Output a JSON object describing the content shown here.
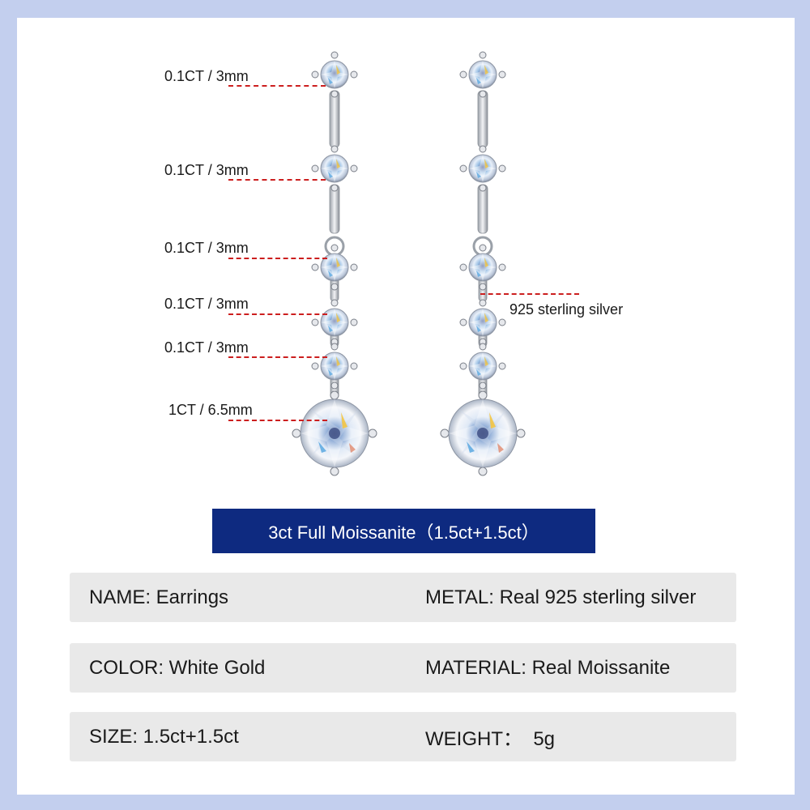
{
  "colors": {
    "border": "#c3cfee",
    "panel": "#ffffff",
    "banner_bg": "#0e2a80",
    "banner_text": "#ffffff",
    "row_bg": "#e9e9e9",
    "callout_line": "#cc1f1f",
    "text": "#1a1a1a"
  },
  "diagram": {
    "left_callouts": [
      {
        "label": "0.1CT / 3mm"
      },
      {
        "label": "0.1CT / 3mm"
      },
      {
        "label": "0.1CT / 3mm"
      },
      {
        "label": "0.1CT / 3mm"
      },
      {
        "label": "0.1CT / 3mm"
      },
      {
        "label": "1CT / 6.5mm"
      }
    ],
    "right_callout": {
      "label": "925 sterling silver"
    },
    "images": {
      "left_earring": "drop-earring-image",
      "right_earring": "drop-earring-image"
    }
  },
  "banner": {
    "title": "3ct Full Moissanite（1.5ct+1.5ct）"
  },
  "specs": [
    {
      "left": "NAME: Earrings",
      "right": "METAL: Real 925 sterling silver"
    },
    {
      "left": "COLOR: White Gold",
      "right": "MATERIAL: Real Moissanite"
    },
    {
      "left": "SIZE: 1.5ct+1.5ct",
      "right": "WEIGHT：  5g"
    }
  ]
}
